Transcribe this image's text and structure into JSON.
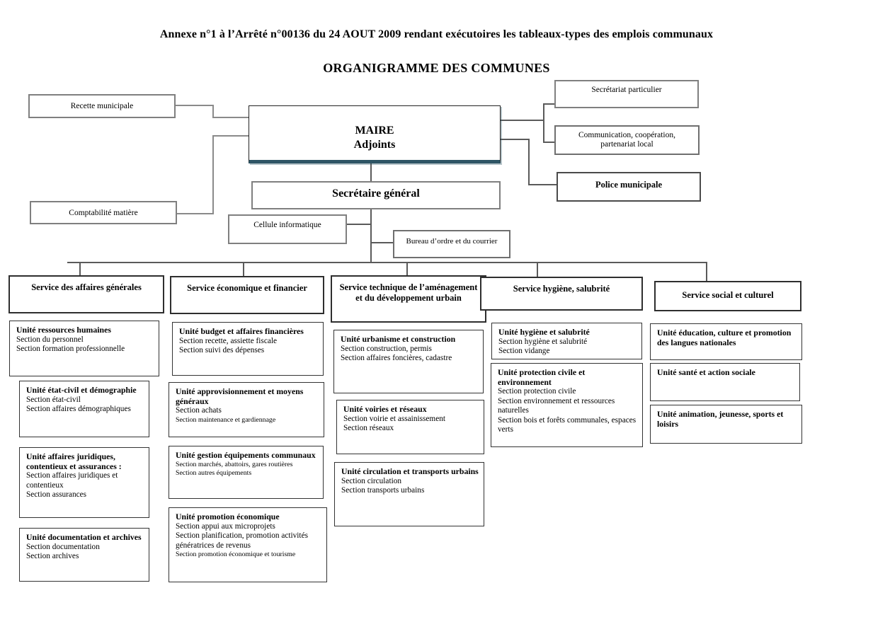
{
  "header": {
    "annexe_title": "Annexe n°1 à l’Arrêté n°00136 du 24 AOUT 2009 rendant exécutoires les tableaux-types des emplois communaux",
    "org_title": "ORGANIGRAMME DES COMMUNES"
  },
  "direction": {
    "recette": "Recette municipale",
    "maire_line1": "MAIRE",
    "maire_line2": "Adjoints",
    "comptabilite": "Comptabilité matière",
    "secretariat_particulier": "Secrétariat particulier",
    "communication": "Communication, coopération, partenariat local",
    "police": "Police municipale",
    "secretaire_general": "Secrétaire général",
    "cellule_informatique": "Cellule informatique",
    "bureau_ordre": "Bureau d’ordre et du courrier"
  },
  "services": [
    {
      "label": "Service des affaires générales",
      "units": [
        {
          "title": "Unité ressources humaines",
          "sections": [
            "Section du personnel",
            "Section formation professionnelle"
          ]
        },
        {
          "title": "Unité état-civil et démographie",
          "sections": [
            "Section état-civil",
            "Section affaires démographiques"
          ]
        },
        {
          "title": "Unité affaires juridiques, contentieux et assurances :",
          "sections": [
            "Section affaires juridiques et contentieux",
            "Section assurances"
          ]
        },
        {
          "title": "Unité documentation et archives",
          "sections": [
            "Section documentation",
            "Section archives"
          ]
        }
      ]
    },
    {
      "label": "Service économique et financier",
      "units": [
        {
          "title": "Unité budget et affaires financières",
          "sections": [
            "Section recette, assiette fiscale",
            "Section suivi des dépenses"
          ]
        },
        {
          "title": "Unité approvisionnement et moyens généraux",
          "sections": [
            "Section achats",
            "Section maintenance et gardiennage"
          ]
        },
        {
          "title": "Unité gestion équipements communaux",
          "sections": [
            "Section marchés, abattoirs, gares routières",
            "Section autres équipements"
          ]
        },
        {
          "title": "Unité promotion économique",
          "sections": [
            "Section appui aux microprojets",
            "Section planification, promotion activités génératrices de revenus",
            "Section promotion économique et tourisme"
          ]
        }
      ]
    },
    {
      "label": "Service technique de l’aménagement et du développement urbain",
      "units": [
        {
          "title": "Unité urbanisme et construction",
          "sections": [
            "Section construction, permis",
            "Section affaires foncières, cadastre"
          ]
        },
        {
          "title": "Unité voiries et réseaux",
          "sections": [
            "Section voirie et assainissement",
            "Section réseaux"
          ]
        },
        {
          "title": "Unité circulation et transports urbains",
          "sections": [
            "Section circulation",
            "Section transports urbains"
          ]
        }
      ]
    },
    {
      "label": "Service hygiène, salubrité",
      "units": [
        {
          "title": "Unité hygiène et salubrité",
          "sections": [
            "Section hygiène et salubrité",
            "Section vidange"
          ]
        },
        {
          "title": "Unité protection civile et environnement",
          "sections": [
            "Section protection civile",
            "Section environnement et ressources naturelles",
            "Section bois et forêts communales, espaces verts"
          ]
        }
      ]
    },
    {
      "label": "Service social et culturel",
      "units": [
        {
          "title": "Unité éducation, culture et promotion des langues nationales",
          "sections": []
        },
        {
          "title": "Unité santé et action sociale",
          "sections": []
        },
        {
          "title": "Unité animation, jeunesse, sports et loisirs",
          "sections": []
        }
      ]
    }
  ],
  "colors": {
    "maire_shadow": "#2e5565",
    "connector": "#5a5a5a",
    "border_gray": "#7f7f7f",
    "border_dark": "#333333"
  }
}
